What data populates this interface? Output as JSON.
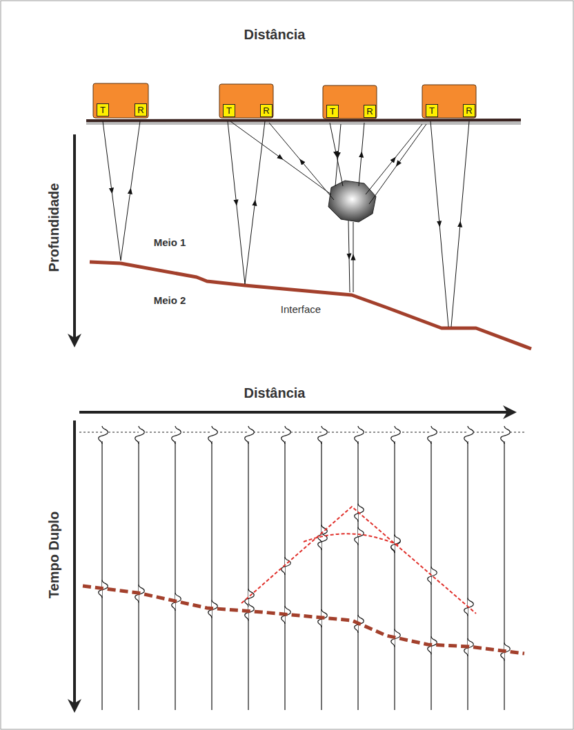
{
  "diagram": {
    "nodes": [
      {
        "text": [
          "T"
        ]
      },
      {
        "text": [
          "R"
        ]
      },
      {
        "text": [
          "T"
        ]
      },
      {
        "text": [
          "R"
        ]
      },
      {
        "text": [
          "T"
        ]
      },
      {
        "text": [
          "R"
        ]
      },
      {
        "text": [
          "T"
        ]
      },
      {
        "text": [
          "R"
        ]
      }
    ],
    "labels": [
      "Distância",
      "Profundidade",
      "Meio 1",
      "Meio 2",
      "Interface",
      "Distância",
      "Tempo Duplo"
    ]
  }
}
